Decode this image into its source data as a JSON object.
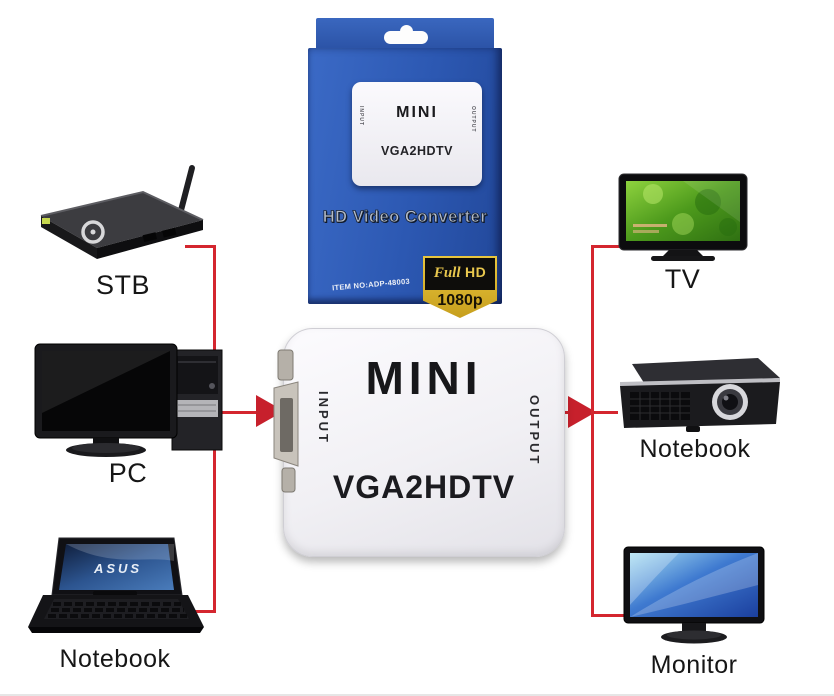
{
  "package": {
    "brand": "MINI",
    "model": "VGA2HDTV",
    "input_label": "INPUT",
    "output_label": "OUTPUT",
    "product_name": "HD Video Converter",
    "item_no": "ITEM NO:ADP-48003",
    "badge": {
      "line1_script": "Full",
      "line1_bold": "HD",
      "line2": "1080p"
    }
  },
  "converter": {
    "brand": "MINI",
    "model": "VGA2HDTV",
    "input_label": "INPUT",
    "output_label": "OUTPUT"
  },
  "sources": [
    {
      "label": "STB",
      "icon": "set-top-box-icon"
    },
    {
      "label": "PC",
      "icon": "desktop-pc-icon"
    },
    {
      "label": "Notebook",
      "icon": "laptop-icon"
    }
  ],
  "outputs": [
    {
      "label": "TV",
      "icon": "tv-icon"
    },
    {
      "label": "Notebook",
      "icon": "projector-icon"
    },
    {
      "label": "Monitor",
      "icon": "monitor-icon"
    }
  ],
  "laptop_screen_brand": "ASUS",
  "colors": {
    "connector_line": "#d4262f",
    "box_blue": "#2c58b2",
    "device_white": "#f1f0f4"
  }
}
